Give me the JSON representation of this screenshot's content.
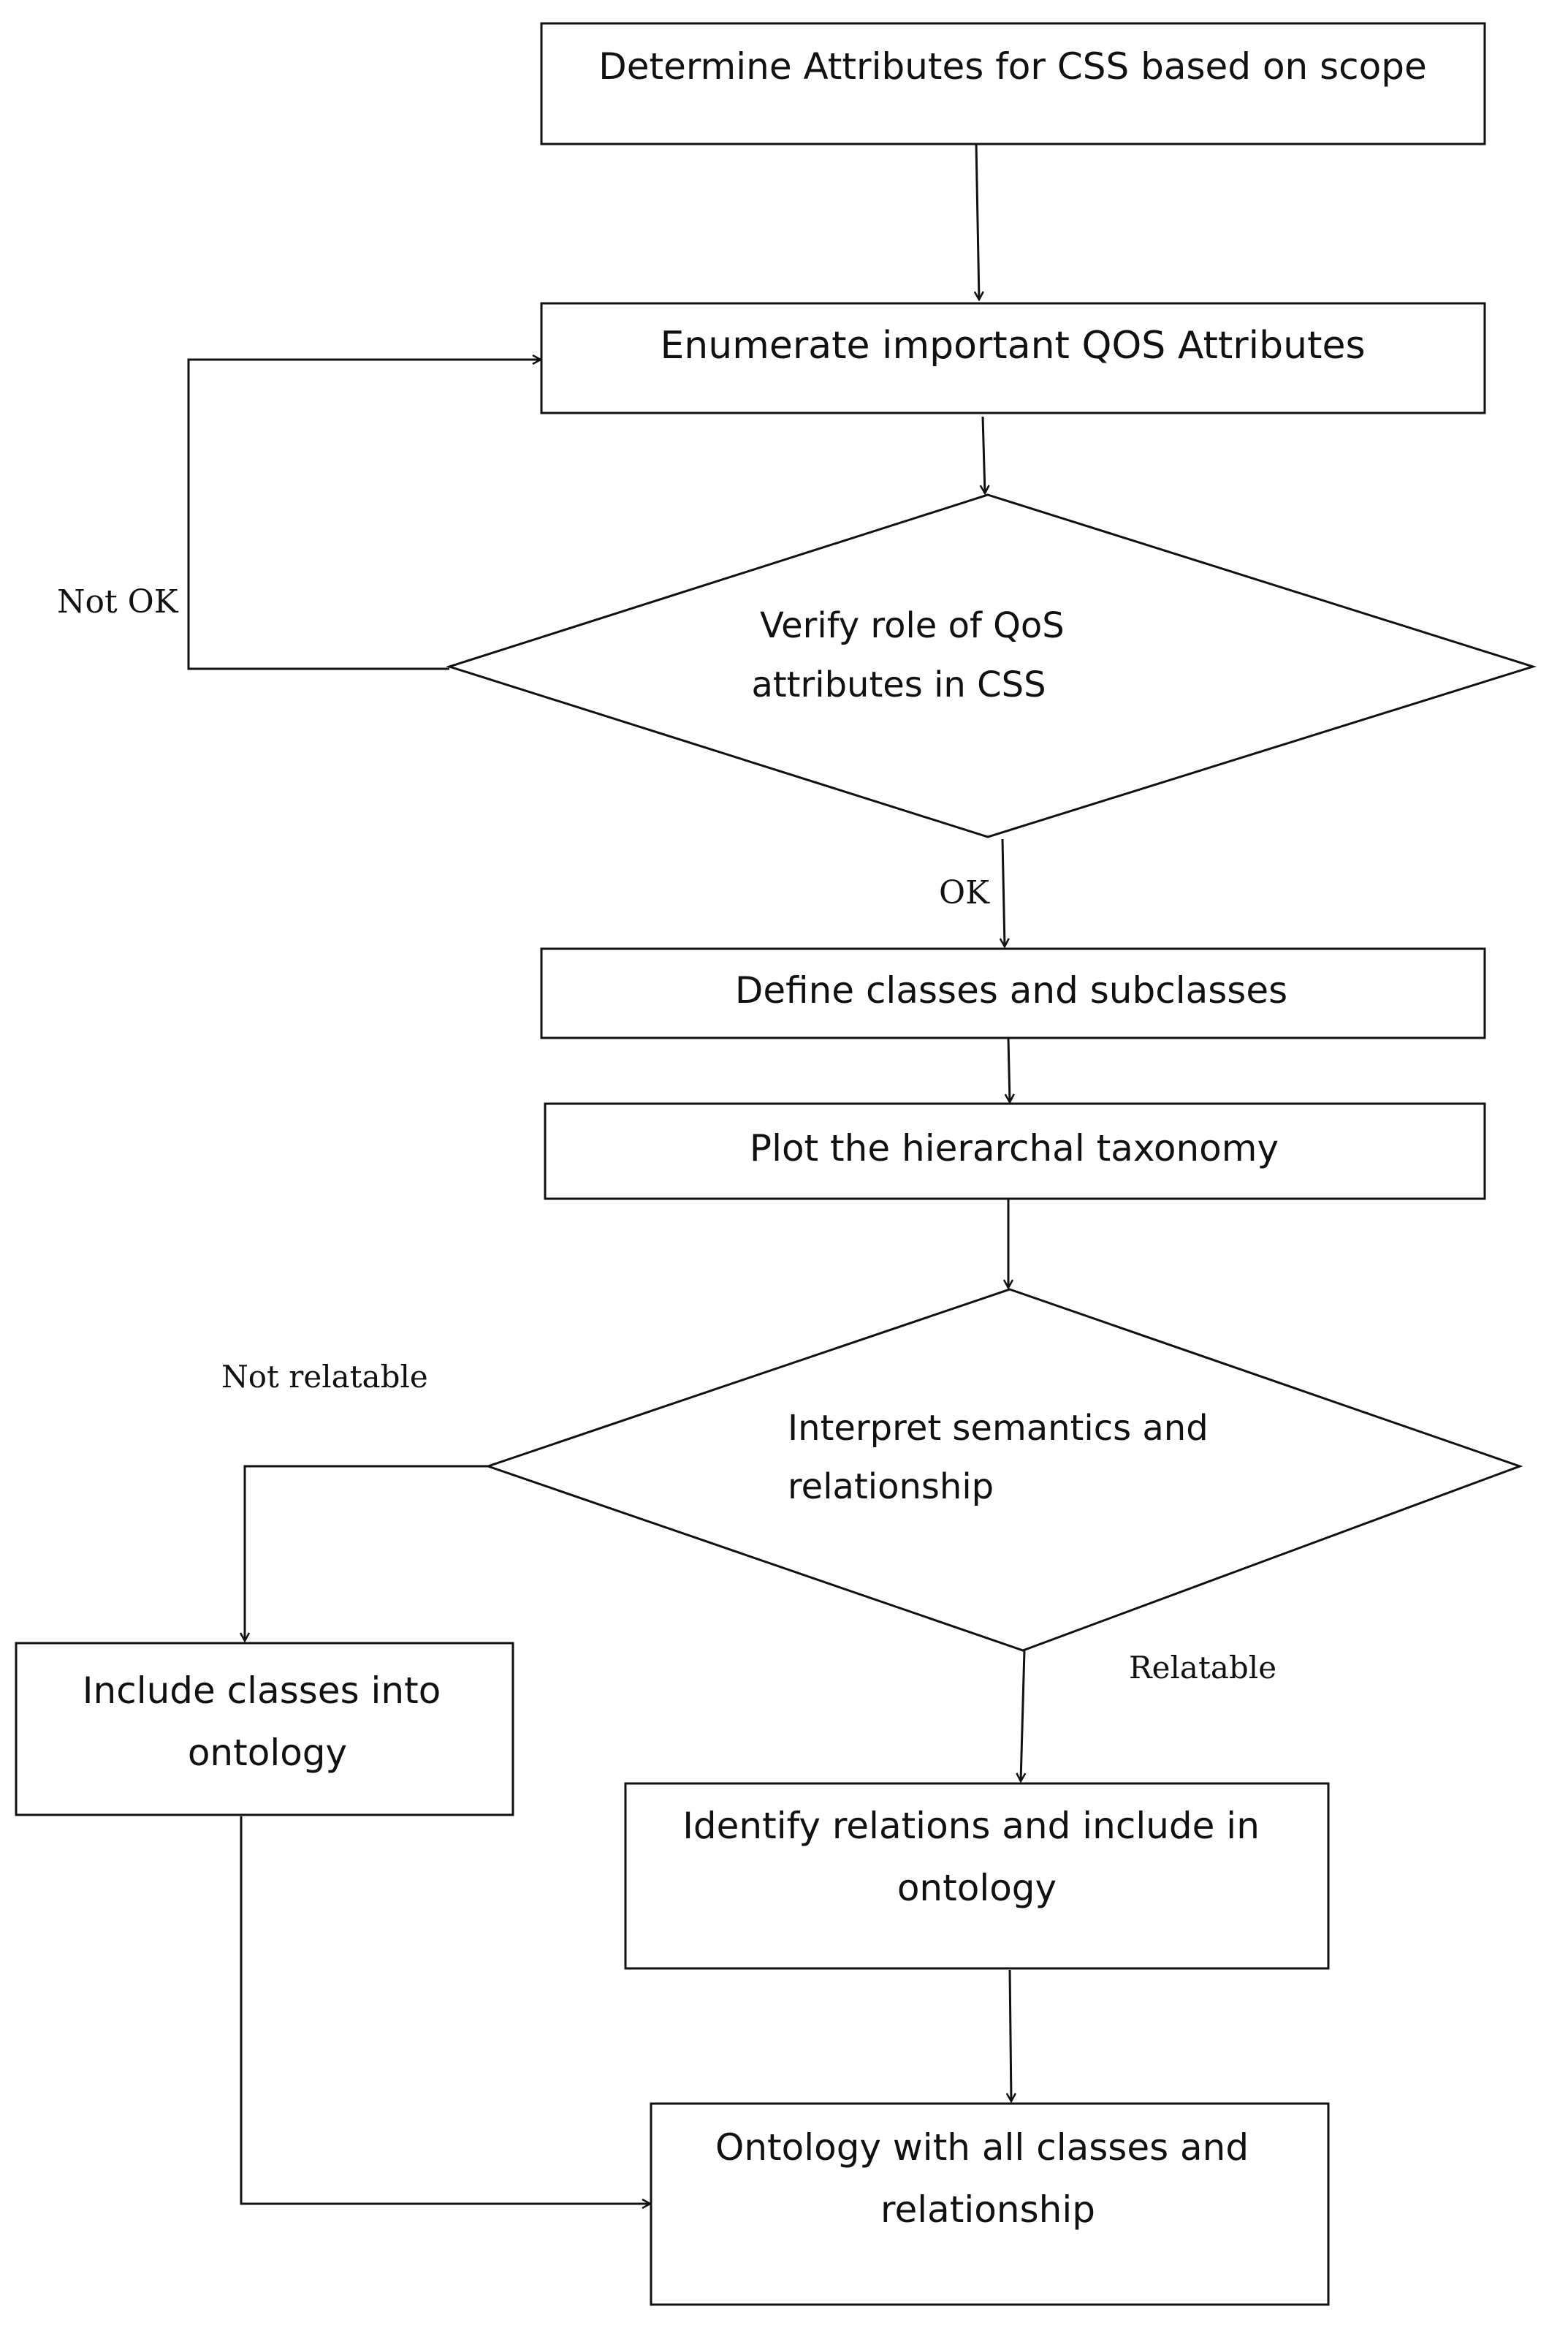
{
  "diagram": {
    "nodes": [
      {
        "id": "n1",
        "shape": "process",
        "lines": [
          "Determine Attributes for CSS based on scope"
        ]
      },
      {
        "id": "n2",
        "shape": "process",
        "lines": [
          "Enumerate important QOS Attributes"
        ]
      },
      {
        "id": "n3",
        "shape": "decision",
        "lines": [
          "Verify role of QoS",
          "attributes in CSS"
        ]
      },
      {
        "id": "n4",
        "shape": "process",
        "lines": [
          "Define classes and subclasses"
        ]
      },
      {
        "id": "n5",
        "shape": "process",
        "lines": [
          "Plot the hierarchal taxonomy"
        ]
      },
      {
        "id": "n6",
        "shape": "decision",
        "lines": [
          "Interpret semantics and",
          "relationship"
        ]
      },
      {
        "id": "n7",
        "shape": "process",
        "lines": [
          "Include classes into",
          "ontology"
        ]
      },
      {
        "id": "n8",
        "shape": "process",
        "lines": [
          "Identify relations and include in",
          "ontology"
        ]
      },
      {
        "id": "n9",
        "shape": "process",
        "lines": [
          "Ontology with all classes and",
          "relationship"
        ]
      }
    ],
    "edges": [
      {
        "from": "n1",
        "to": "n2",
        "label": ""
      },
      {
        "from": "n2",
        "to": "n3",
        "label": ""
      },
      {
        "from": "n3",
        "to": "n2",
        "label": "Not OK"
      },
      {
        "from": "n3",
        "to": "n4",
        "label": "OK"
      },
      {
        "from": "n4",
        "to": "n5",
        "label": ""
      },
      {
        "from": "n5",
        "to": "n6",
        "label": ""
      },
      {
        "from": "n6",
        "to": "n7",
        "label": "Not relatable"
      },
      {
        "from": "n6",
        "to": "n8",
        "label": "Relatable"
      },
      {
        "from": "n8",
        "to": "n9",
        "label": ""
      },
      {
        "from": "n7",
        "to": "n9",
        "label": ""
      }
    ],
    "colors": {
      "stroke": "#111111",
      "text": "#111111",
      "background": "#ffffff"
    }
  }
}
